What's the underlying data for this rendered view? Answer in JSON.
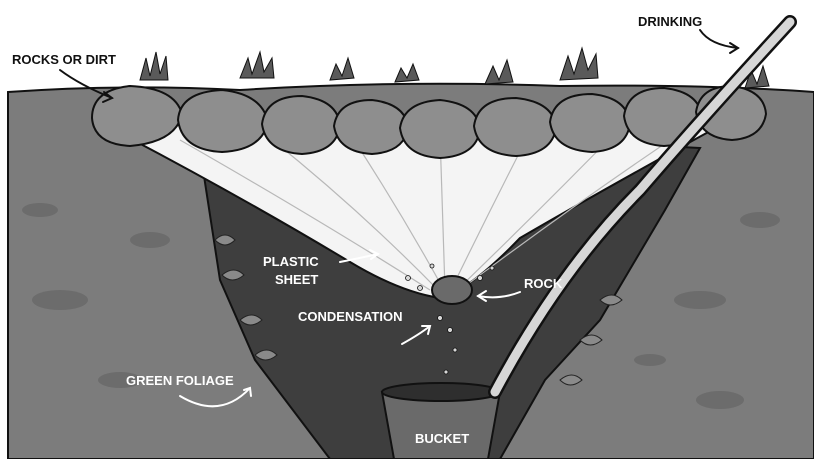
{
  "labels": {
    "rocks_or_dirt": "ROCKS OR DIRT",
    "drinking": "DRINKING",
    "plastic": "PLASTIC",
    "sheet": "SHEET",
    "rock": "ROCK",
    "condensation": "CONDENSATION",
    "green_foliage": "GREEN FOLIAGE",
    "bucket": "BUCKET"
  },
  "colors": {
    "soil": "#7c7c7c",
    "soil_dark": "#5e5e5e",
    "pit": "#3e3e3e",
    "rock": "#8e8e8e",
    "sheet": "#f4f4f4",
    "bucket": "#6a6a6a",
    "tube": "#d6d6d6",
    "outline": "#111111",
    "label_light": "#ffffff",
    "label_dark": "#111111"
  }
}
